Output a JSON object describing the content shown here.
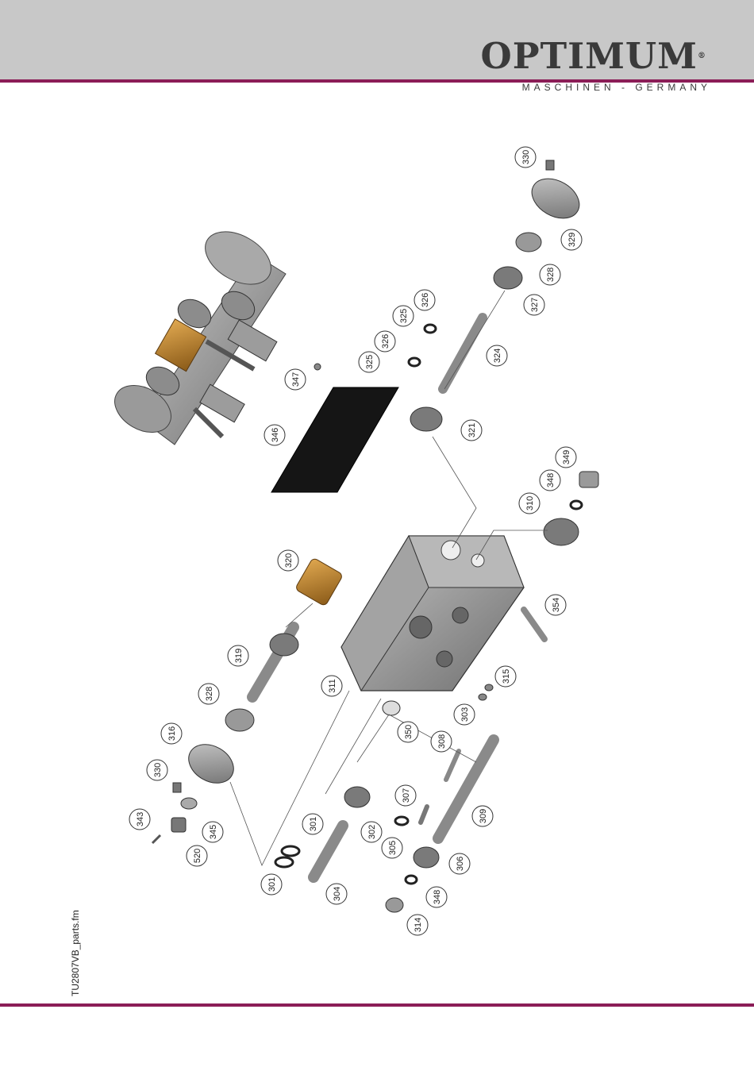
{
  "header": {
    "brand_name": "OPTIMUM",
    "brand_registered": "®",
    "brand_subtitle": "MASCHINEN - GERMANY"
  },
  "footer": {
    "file_label": "TU2807VB_parts.fm"
  },
  "colors": {
    "header_bg": "#c8c8c8",
    "accent_line": "#8b1d57",
    "part_gray": "#8f8f8f",
    "part_bronze": "#b07a2a",
    "gasket": "#151515"
  },
  "callouts": [
    "330",
    "329",
    "328",
    "327",
    "326",
    "325",
    "324",
    "326",
    "325",
    "347",
    "346",
    "321",
    "349",
    "348",
    "310",
    "320",
    "354",
    "319",
    "311",
    "315",
    "328",
    "303",
    "350",
    "316",
    "308",
    "330",
    "307",
    "309",
    "343",
    "345",
    "301",
    "302",
    "305",
    "520",
    "306",
    "301",
    "304",
    "348",
    "314"
  ]
}
